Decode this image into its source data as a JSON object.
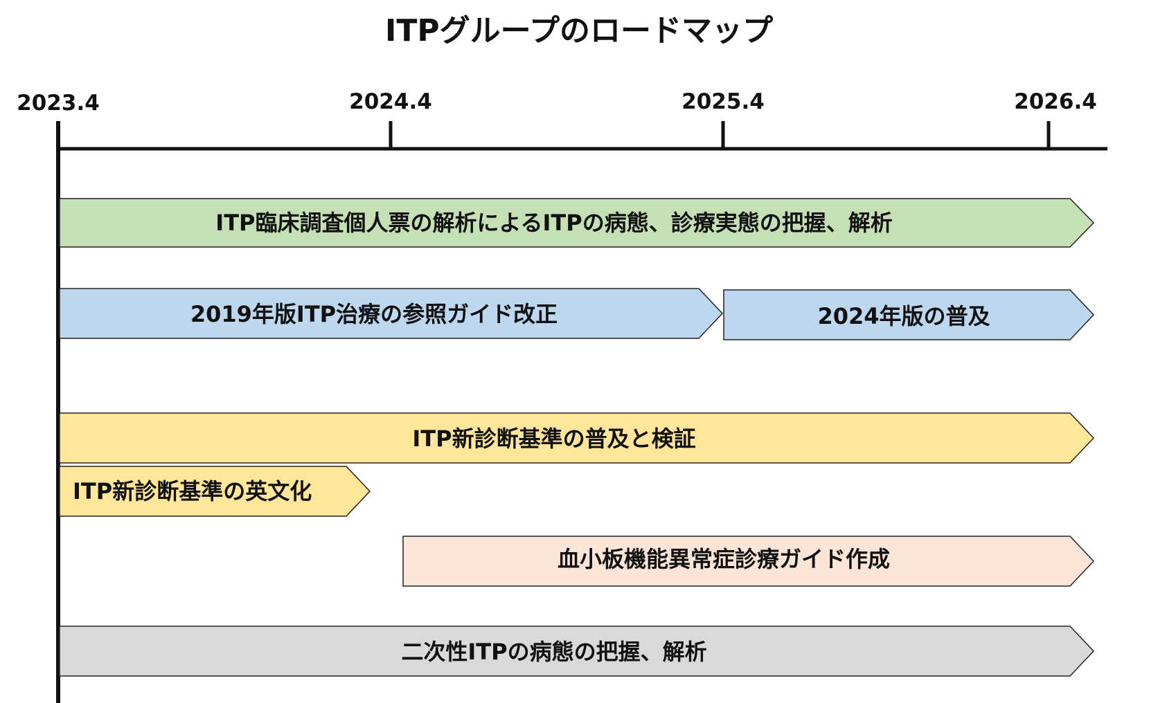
{
  "title": "ITPグループのロードマップ",
  "timeline": {
    "ticks": [
      {
        "label": "2023.4",
        "value": 0
      },
      {
        "label": "2024.4",
        "value": 1
      },
      {
        "label": "2025.4",
        "value": 2
      },
      {
        "label": "2026.4",
        "value": 3
      }
    ]
  },
  "bars": [
    {
      "label": "ITP臨床調査個人票の解析によるITPの病態、診療実態の把握、解析",
      "start": "2023.4",
      "end": "2026.4",
      "color": "#c5e0b4"
    },
    {
      "label": "2019年版ITP治療の参照ガイド改正",
      "start": "2023.4",
      "end": "2025.4",
      "color": "#bdd7ee"
    },
    {
      "label": "2024年版の普及",
      "start": "2025.4",
      "end": "2026.4",
      "color": "#bdd7ee"
    },
    {
      "label": "ITP新診断基準の普及と検証",
      "start": "2023.4",
      "end": "2026.4",
      "color": "#ffe699"
    },
    {
      "label": "ITP新診断基準の英文化",
      "start": "2023.4",
      "end": "2024.4",
      "color": "#ffe699"
    },
    {
      "label": "血小板機能異常症診療ガイド作成",
      "start": "2024.4",
      "end": "2026.4",
      "color": "#fbe5d6"
    },
    {
      "label": "二次性ITPの病態の把握、解析",
      "start": "2023.4",
      "end": "2026.4",
      "color": "#d9d9d9"
    }
  ]
}
